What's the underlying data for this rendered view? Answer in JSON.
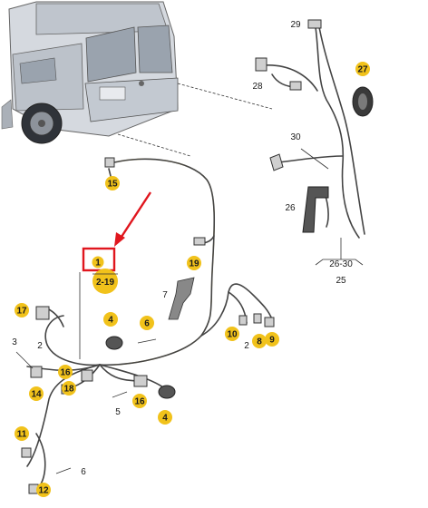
{
  "callouts": {
    "c1": "1",
    "c2_19": "2-19",
    "c2a": "2",
    "c2b": "2",
    "c3": "3",
    "c4a": "4",
    "c4b": "4",
    "c5": "5",
    "c6a": "6",
    "c6b": "6",
    "c7": "7",
    "c8": "8",
    "c9": "9",
    "c10": "10",
    "c11": "11",
    "c12": "12",
    "c14": "14",
    "c15": "15",
    "c16a": "16",
    "c16b": "16",
    "c17": "17",
    "c18": "18",
    "c19": "19",
    "c25": "25",
    "c26": "26",
    "c26_30": "26-30",
    "c27": "27",
    "c28": "28",
    "c29": "29",
    "c30": "30"
  },
  "colors": {
    "badge": "#f1c21b",
    "highlight": "#e0161e",
    "wire": "#444444",
    "vehicle": "#c9ced6"
  }
}
